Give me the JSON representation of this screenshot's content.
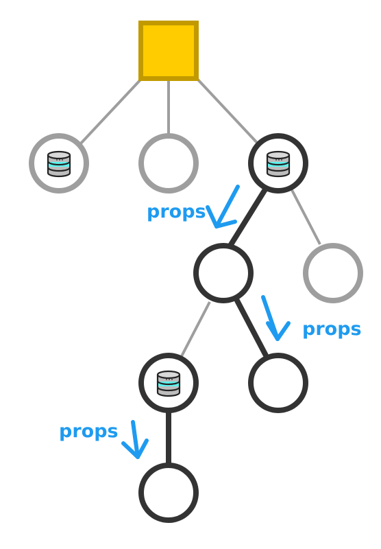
{
  "colors": {
    "background": "#ffffff",
    "root_fill": "#ffcc00",
    "root_stroke": "#c29a00",
    "inactive": "#9e9e9e",
    "active": "#333333",
    "props_blue": "#1e9bf0",
    "db_cyan": "#5cf3ee",
    "db_body": "#bdbdbd",
    "db_stroke": "#222222"
  },
  "nodes": {
    "root": {
      "shape": "square",
      "state": "root"
    },
    "a": {
      "shape": "circle",
      "state": "inactive",
      "icon": "database-icon"
    },
    "b": {
      "shape": "circle",
      "state": "inactive",
      "icon": ""
    },
    "c": {
      "shape": "circle",
      "state": "active",
      "icon": "database-icon"
    },
    "d": {
      "shape": "circle",
      "state": "active",
      "icon": ""
    },
    "e": {
      "shape": "circle",
      "state": "inactive",
      "icon": ""
    },
    "f": {
      "shape": "circle",
      "state": "active",
      "icon": "database-icon"
    },
    "g": {
      "shape": "circle",
      "state": "active",
      "icon": ""
    },
    "h": {
      "shape": "circle",
      "state": "active",
      "icon": ""
    }
  },
  "edges": [
    {
      "from": "root",
      "to": "a",
      "state": "inactive"
    },
    {
      "from": "root",
      "to": "b",
      "state": "inactive"
    },
    {
      "from": "root",
      "to": "c",
      "state": "inactive"
    },
    {
      "from": "c",
      "to": "d",
      "state": "active"
    },
    {
      "from": "c",
      "to": "e",
      "state": "inactive"
    },
    {
      "from": "d",
      "to": "f",
      "state": "inactive"
    },
    {
      "from": "d",
      "to": "g",
      "state": "active"
    },
    {
      "from": "f",
      "to": "h",
      "state": "active"
    }
  ],
  "annotations": {
    "props_1": "props",
    "props_2": "props",
    "props_3": "props"
  }
}
